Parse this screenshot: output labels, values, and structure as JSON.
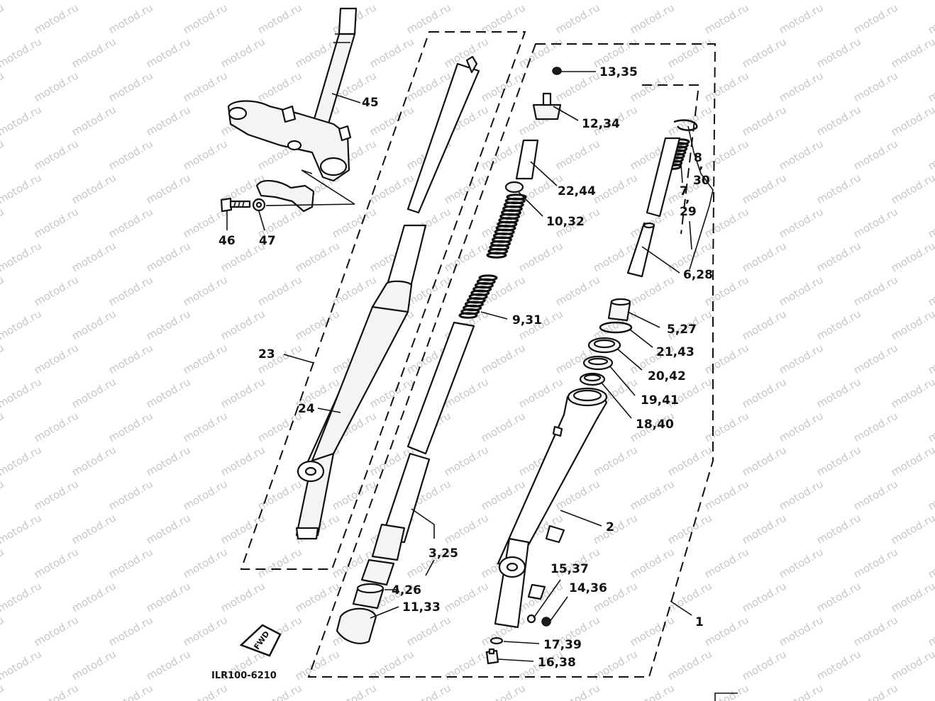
{
  "watermark": {
    "text": "motod.ru",
    "color": "#c7c7c7"
  },
  "diagram_code": "ILR100-6210",
  "fwd_badge": "FWD",
  "callouts": {
    "c45": "45",
    "c46": "46",
    "c47": "47",
    "c23": "23",
    "c24": "24",
    "c1335": "13,35",
    "c1234": "12,34",
    "c2244": "22,44",
    "c1032": "10,32",
    "c931": "9,31",
    "c8": "8",
    "c8comma": ",",
    "c30": "30",
    "c7": "7",
    "c7comma": ",",
    "c29": "29",
    "c628": "6,28",
    "c527": "5,27",
    "c2143": "21,43",
    "c2042": "20,42",
    "c1941": "19,41",
    "c1840": "18,40",
    "c2": "2",
    "c325": "3,25",
    "c426": "4,26",
    "c1133": "11,33",
    "c1537": "15,37",
    "c1436": "14,36",
    "c1": "1",
    "c1739": "17,39",
    "c1638": "16,38"
  }
}
